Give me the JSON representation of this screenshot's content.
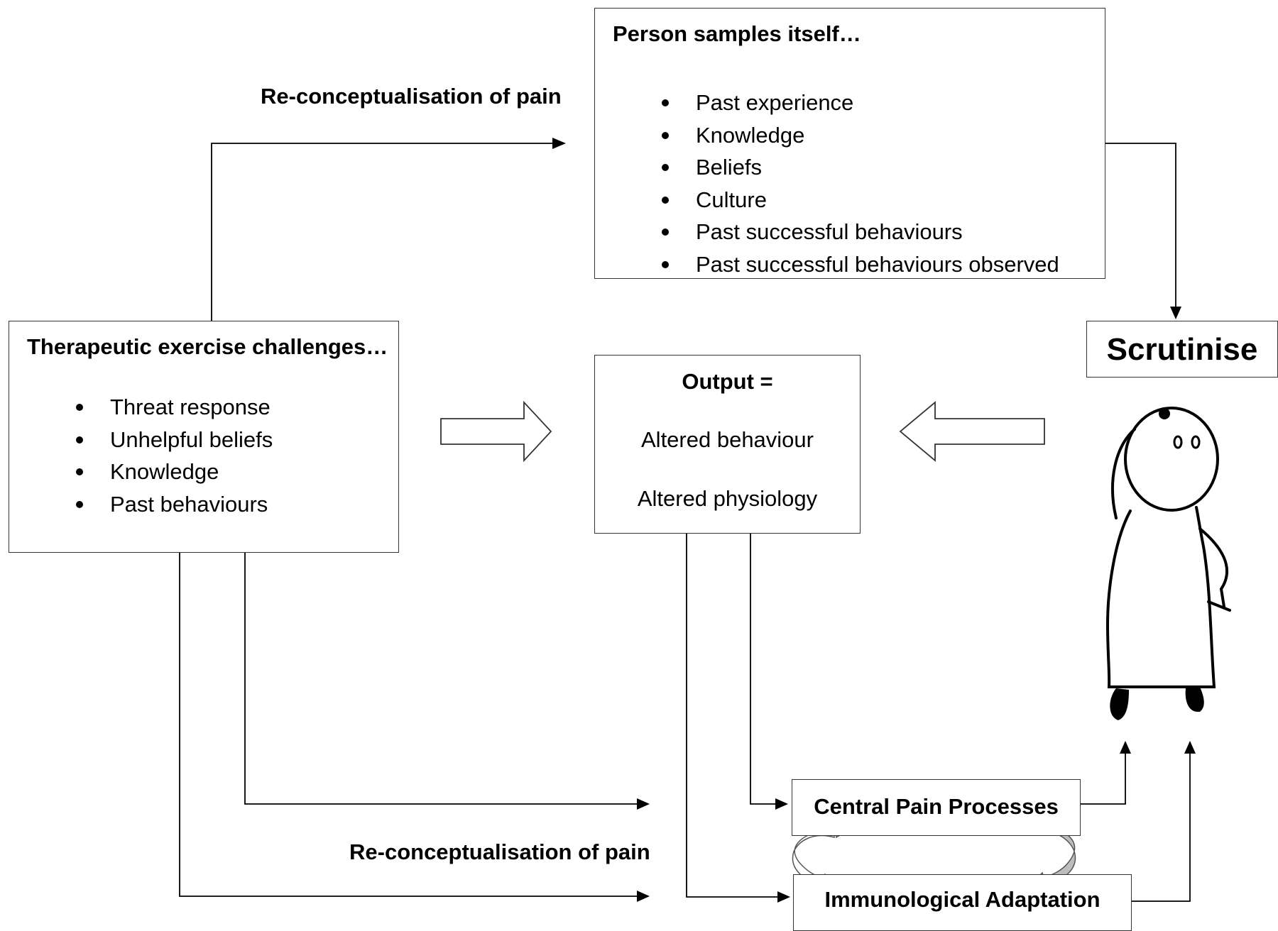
{
  "labels": {
    "reconcept_top": "Re-conceptualisation of pain",
    "reconcept_bottom": "Re-conceptualisation of pain"
  },
  "person_box": {
    "title": "Person samples itself…",
    "items": [
      "Past experience",
      "Knowledge",
      "Beliefs",
      "Culture",
      "Past successful behaviours",
      "Past successful behaviours observed"
    ]
  },
  "therapeutic_box": {
    "title": "Therapeutic exercise challenges…",
    "items": [
      "Threat response",
      "Unhelpful beliefs",
      "Knowledge",
      "Past behaviours"
    ]
  },
  "output_box": {
    "title": "Output =",
    "line1": "Altered behaviour",
    "line2": "Altered physiology"
  },
  "scrutinise_box": {
    "label": "Scrutinise"
  },
  "central_box": {
    "label": "Central Pain Processes"
  },
  "immuno_box": {
    "label": "Immunological Adaptation"
  }
}
